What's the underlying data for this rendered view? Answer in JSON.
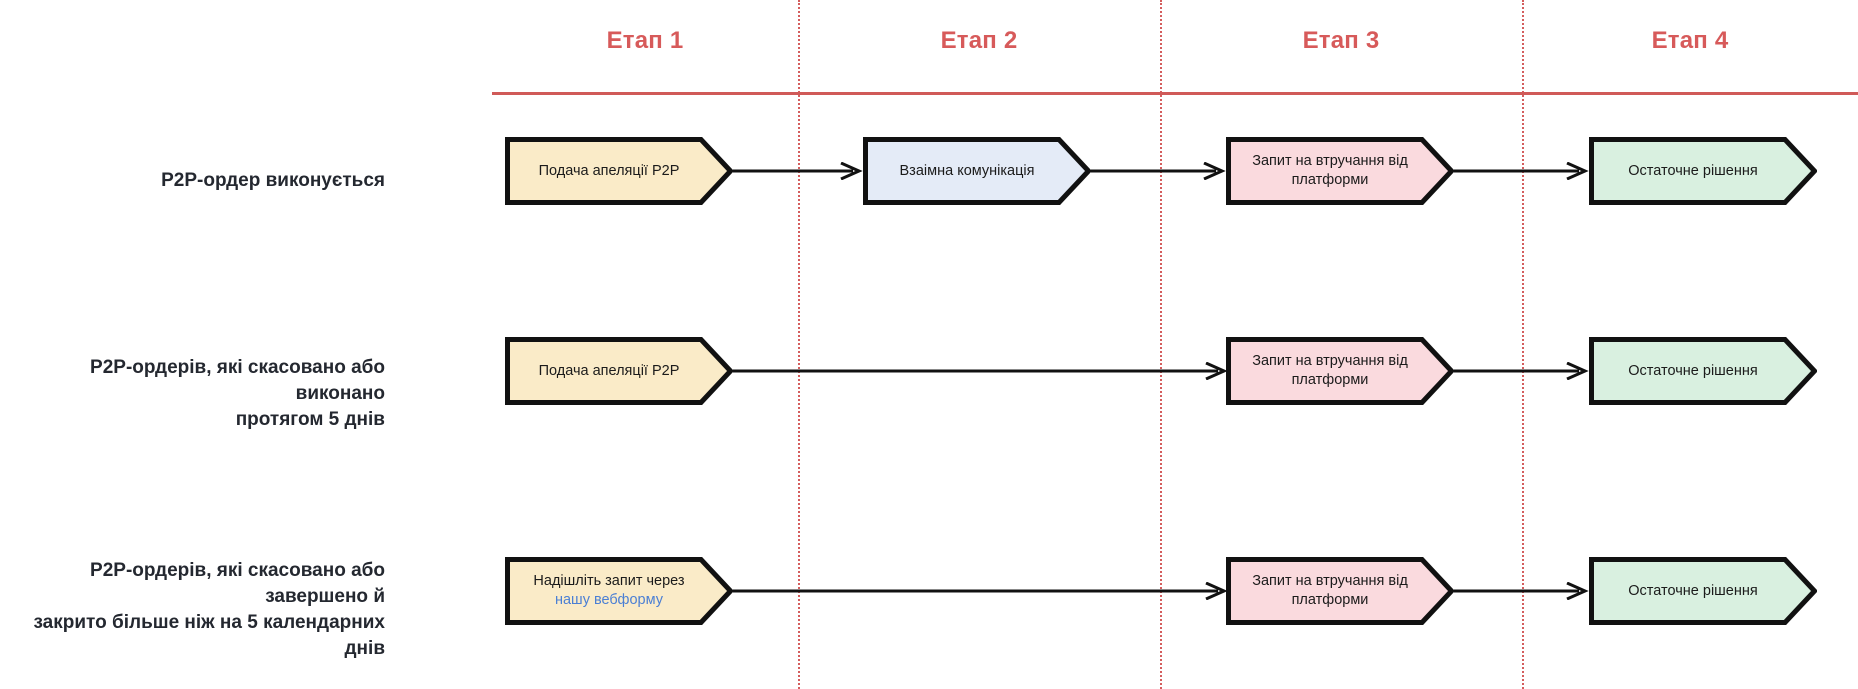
{
  "theme": {
    "accent_red": "#d75a5a",
    "divider_red": "#d45d5d",
    "link_blue": "#4b7fd4",
    "stroke_black": "#111111",
    "fill_cream": "#faebc8",
    "fill_blue": "#e4ebf7",
    "fill_pink": "#fadade",
    "fill_green": "#d9f0e0",
    "text_dark": "#242830"
  },
  "header": {
    "stages": [
      {
        "label": "Етап 1"
      },
      {
        "label": "Етап 2"
      },
      {
        "label": "Етап 3"
      },
      {
        "label": "Етап 4"
      }
    ]
  },
  "rows": [
    {
      "label": "P2P-ордер виконується",
      "steps": [
        {
          "stage": 1,
          "text": "Подача апеляції P2P",
          "color": "cream"
        },
        {
          "stage": 2,
          "text": "Взаімна комунікація",
          "color": "blue"
        },
        {
          "stage": 3,
          "text": "Запит на втручання від платформи",
          "color": "pink"
        },
        {
          "stage": 4,
          "text": "Остаточне рішення",
          "color": "green"
        }
      ]
    },
    {
      "label": "P2P-ордерів, які скасовано або виконано протягом 5 днів",
      "label_line1": "P2P-ордерів, які скасовано або виконано",
      "label_line2": "протягом 5 днів",
      "steps": [
        {
          "stage": 1,
          "text": "Подача апеляції P2P",
          "color": "cream"
        },
        {
          "stage": 3,
          "text": "Запит на втручання від платформи",
          "color": "pink"
        },
        {
          "stage": 4,
          "text": "Остаточне рішення",
          "color": "green"
        }
      ]
    },
    {
      "label": "P2P-ордерів, які скасовано або завершено й закрито більше ніж на 5 календарних днів",
      "label_line1": "P2P-ордерів, які скасовано або завершено й",
      "label_line2": "закрито більше ніж на 5 календарних днів",
      "steps": [
        {
          "stage": 1,
          "text_plain": "Надішліть запит через",
          "text_link": "нашу вебформу",
          "color": "cream"
        },
        {
          "stage": 3,
          "text": "Запит на втручання від платформи",
          "color": "pink"
        },
        {
          "stage": 4,
          "text": "Остаточне рішення",
          "color": "green"
        }
      ]
    }
  ]
}
